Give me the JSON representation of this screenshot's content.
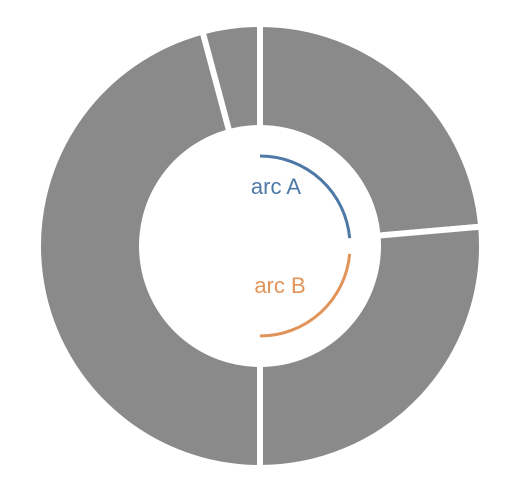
{
  "colors": {
    "background": "#ffffff",
    "segment_fill": "#8a8a8a",
    "segment_gap": "#ffffff",
    "arc_a": "#4e79a7",
    "arc_b": "#e0945a"
  },
  "donut": {
    "segments": [
      {
        "id": "seg-1",
        "start_deg": 0,
        "end_deg": 85
      },
      {
        "id": "seg-2",
        "start_deg": 85,
        "end_deg": 180
      },
      {
        "id": "seg-3",
        "start_deg": 180,
        "end_deg": 345
      },
      {
        "id": "seg-4",
        "start_deg": 345,
        "end_deg": 360
      }
    ]
  },
  "arcs": [
    {
      "id": "arc-a",
      "label": "arc A",
      "start_deg": 0,
      "end_deg": 85,
      "color_key": "arc_a"
    },
    {
      "id": "arc-b",
      "label": "arc B",
      "start_deg": 95,
      "end_deg": 180,
      "color_key": "arc_b"
    }
  ]
}
